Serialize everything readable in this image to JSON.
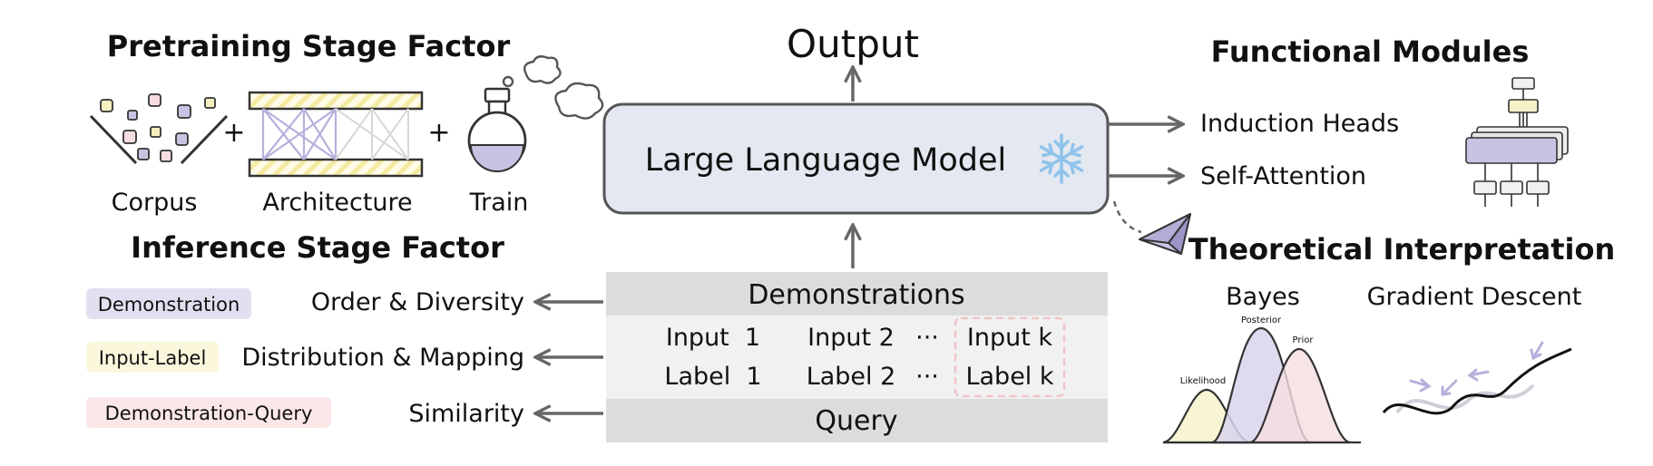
{
  "llm": {
    "label": "Large Language Model",
    "output": "Output"
  },
  "pretraining": {
    "title": "Pretraining Stage Factor",
    "items": [
      "Corpus",
      "Architecture",
      "Train"
    ],
    "plus": "+"
  },
  "inference": {
    "title": "Inference Stage Factor",
    "rows": [
      {
        "tag": "Demonstration",
        "factor": "Order & Diversity",
        "tag_color": "#e2e0f0"
      },
      {
        "tag": "Input-Label",
        "factor": "Distribution & Mapping",
        "tag_color": "#fbf7dd"
      },
      {
        "tag": "Demonstration-Query",
        "factor": "Similarity",
        "tag_color": "#fbe6e8"
      }
    ]
  },
  "prompt": {
    "demonstrations": "Demonstrations",
    "inputs": [
      "Input  1",
      "Input 2",
      "···",
      "Input k"
    ],
    "labels": [
      "Label  1",
      "Label 2",
      "···",
      "Label k"
    ],
    "query": "Query"
  },
  "functional": {
    "title": "Functional Modules",
    "items": [
      "Induction Heads",
      "Self-Attention"
    ]
  },
  "theory": {
    "title": "Theoretical Interpretation",
    "left": "Bayes",
    "right": "Gradient Descent",
    "curves": [
      "Likelihood",
      "Posterior",
      "Prior"
    ]
  },
  "colors": {
    "llm_fill": "#e3e8f1",
    "band": "#dcdcdc",
    "rows_bg": "#f1f1f1",
    "arrow": "#666666",
    "purple": "#c9c3e3",
    "yellow": "#f7f1c8",
    "pink": "#f5dde0",
    "snow": "#8fc3ea"
  },
  "icons": [
    "snowflake-icon",
    "flask-icon",
    "paper-plane-icon",
    "cloud-puff-icon",
    "transformer-block-icon"
  ]
}
